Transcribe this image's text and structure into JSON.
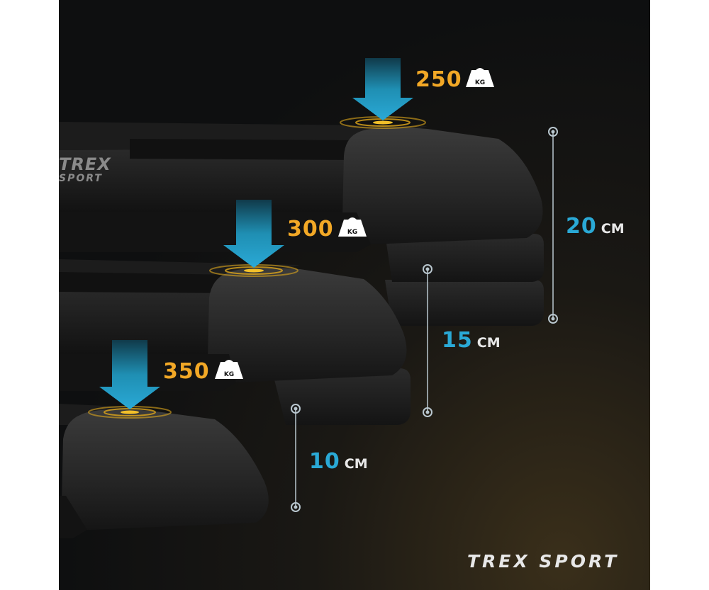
{
  "loads": [
    {
      "value": "250",
      "unit": "KG"
    },
    {
      "value": "300",
      "unit": "KG"
    },
    {
      "value": "350",
      "unit": "KG"
    }
  ],
  "heights": [
    {
      "value": "20",
      "unit": "CM"
    },
    {
      "value": "15",
      "unit": "CM"
    },
    {
      "value": "10",
      "unit": "CM"
    }
  ],
  "brand": {
    "footer": "TREX SPORT",
    "step_logo_line1": "TREX",
    "step_logo_line2": "SPORT"
  },
  "colors": {
    "arrow": "#1f8fb3",
    "weight_text": "#f2a826",
    "height_text": "#2aa9d6",
    "target_ring": "#e0a81c"
  }
}
